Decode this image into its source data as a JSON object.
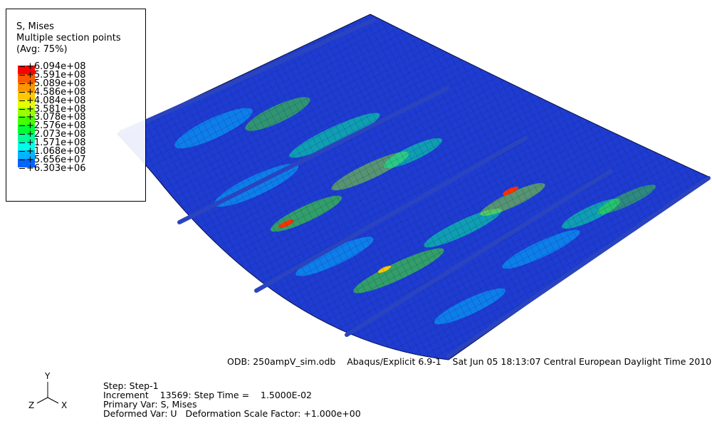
{
  "legend": {
    "title_line1": "S, Mises",
    "title_line2": "Multiple section points",
    "title_line3": "(Avg: 75%)",
    "levels": [
      {
        "label": "+6.094e+08",
        "color": "#ff0000"
      },
      {
        "label": "+5.591e+08",
        "color": "#ff5a00"
      },
      {
        "label": "+5.089e+08",
        "color": "#ff9600"
      },
      {
        "label": "+4.586e+08",
        "color": "#ffc800"
      },
      {
        "label": "+4.084e+08",
        "color": "#e6ff00"
      },
      {
        "label": "+3.581e+08",
        "color": "#9bff00"
      },
      {
        "label": "+3.078e+08",
        "color": "#46ff00"
      },
      {
        "label": "+2.576e+08",
        "color": "#00ff32"
      },
      {
        "label": "+2.073e+08",
        "color": "#00ff96"
      },
      {
        "label": "+1.571e+08",
        "color": "#00ffe6"
      },
      {
        "label": "+1.068e+08",
        "color": "#00b4ff"
      },
      {
        "label": "+5.656e+07",
        "color": "#0064ff"
      },
      {
        "label": "+6.303e+06",
        "color": "#0000ff"
      }
    ]
  },
  "info": {
    "odb_line": "ODB: 250ampV_sim.odb    Abaqus/Explicit 6.9-1    Sat Jun 05 18:13:07 Central European Daylight Time 2010",
    "step_line": "Step: Step-1",
    "increment_line": "Increment    13569: Step Time =    1.5000E-02",
    "primary_var_line": "Primary Var: S, Mises",
    "deformed_var_line": "Deformed Var: U   Deformation Scale Factor: +1.000e+00"
  },
  "triad": {
    "x_label": "X",
    "y_label": "Y",
    "z_label": "Z"
  },
  "colors": {
    "mesh_base": "#1e3cd2",
    "mesh_lines": "#0a1040",
    "stringer": "#3a5ad8",
    "hotspot": "#ff3000"
  }
}
